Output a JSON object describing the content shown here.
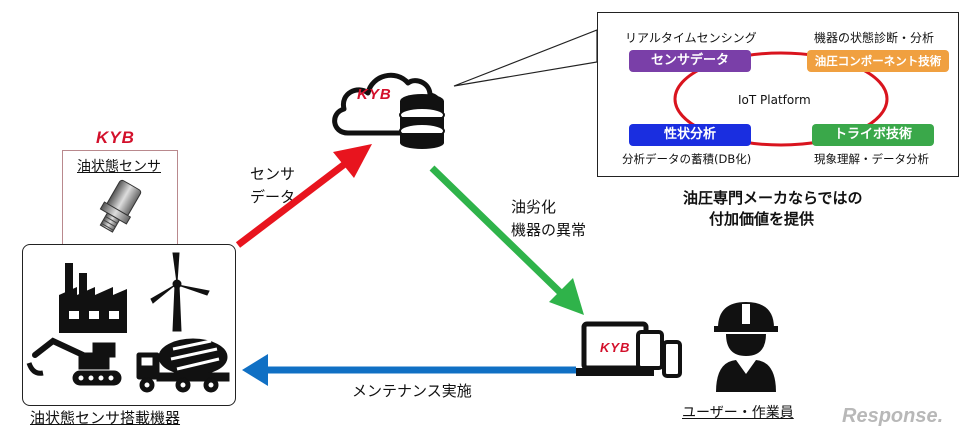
{
  "sensor": {
    "logo": "KYB",
    "label": "油状態センサ"
  },
  "machines": {
    "label": "油状態センサ搭載機器"
  },
  "flows": {
    "sensor_data_line1": "センサ",
    "sensor_data_line2": "データ",
    "degradation_line1": "油劣化",
    "degradation_line2": "機器の異常",
    "maintenance": "メンテナンス実施"
  },
  "cloud": {
    "logo": "KYB"
  },
  "devices": {
    "logo": "KYB"
  },
  "user": {
    "label": "ユーザー・作業員"
  },
  "platform": {
    "center_label": "IoT Platform",
    "top_left_caption": "リアルタイムセンシング",
    "top_left_pill": "センサデータ",
    "top_right_caption": "機器の状態診断・分析",
    "top_right_pill": "油圧コンポーネント技術",
    "bottom_left_pill": "性状分析",
    "bottom_left_caption": "分析データの蓄積(DB化)",
    "bottom_right_pill": "トライボ技術",
    "bottom_right_caption": "現象理解・データ分析",
    "colors": {
      "purple": "#7a3fa8",
      "orange": "#f0a040",
      "blue": "#1a2ee0",
      "green": "#3aa84a",
      "ring": "#d9141e"
    }
  },
  "value_statement": {
    "line1": "油圧専門メーカならではの",
    "line2": "付加価値を提供"
  },
  "watermark": "Response.",
  "arrow_colors": {
    "red": "#e8141e",
    "green": "#2fb34a",
    "blue": "#1070c4"
  }
}
